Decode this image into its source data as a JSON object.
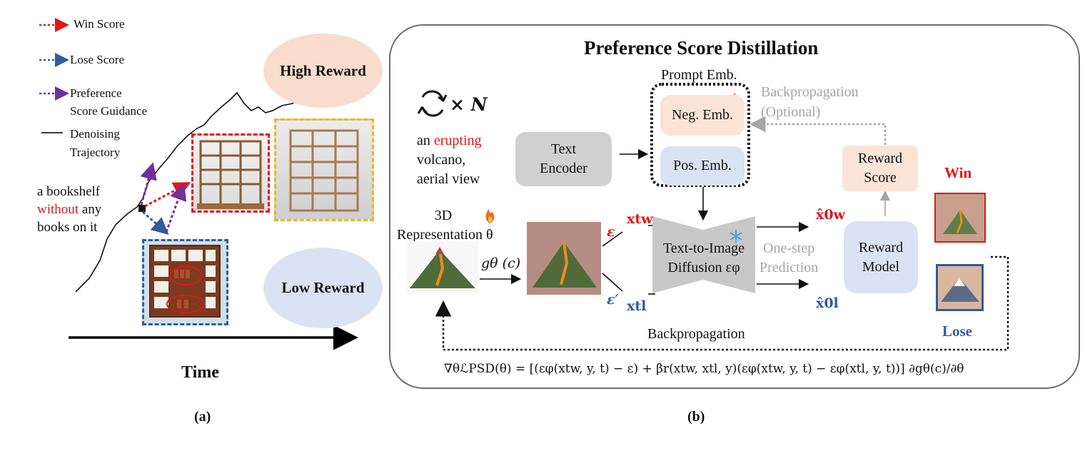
{
  "legend": {
    "win": "Win Score",
    "lose": "Lose Score",
    "pref_line1": "Preference",
    "pref_line2": "Score Guidance",
    "denoise_line1": "Denoising",
    "denoise_line2": "Trajectory"
  },
  "left": {
    "high_reward": "High Reward",
    "low_reward": "Low Reward",
    "prompt_line1": "a bookshelf",
    "prompt_word_red": "without",
    "prompt_after_red": " any",
    "prompt_line3": "books on it",
    "time": "Time",
    "panel_label": "(a)"
  },
  "right": {
    "title": "Preference Score Distillation",
    "loop_times": "× N",
    "prompt_line1_pre": "an ",
    "prompt_red": "erupting",
    "prompt_line2": "volcano,",
    "prompt_line3": "aerial view",
    "text_encoder_1": "Text",
    "text_encoder_2": "Encoder",
    "prompt_emb": "Prompt Emb.",
    "neg_emb": "Neg. Emb.",
    "pos_emb": "Pos. Emb.",
    "backprop_opt_1": "Backpropagation",
    "backprop_opt_2": "(Optional)",
    "reward_score_1": "Reward",
    "reward_score_2": "Score",
    "win": "Win",
    "lose": "Lose",
    "rep_1": "3D",
    "rep_2": "Representation θ",
    "g_theta": "gθ (c)",
    "eps": "ε",
    "eps_prime": "ε′",
    "xtw": "xtw",
    "xtl": "xtl",
    "diff_1": "Text-to-Image",
    "diff_2": "Diffusion εφ",
    "one_step_1": "One-step",
    "one_step_2": "Prediction",
    "x0w": "x̂0w",
    "x0l": "x̂0l",
    "reward_model_1": "Reward",
    "reward_model_2": "Model",
    "backprop": "Backpropagation",
    "formula": "∇θℒPSD(θ) = [(εφ(xtw, y, t) − ε) + βr(xtw, xtl, y)(εφ(xtw, y, t) − εφ(xtl, y, t))] ∂gθ(c)/∂θ",
    "panel_label": "(b)"
  },
  "colors": {
    "win": "#e0161a",
    "lose": "#2f5c9c",
    "preference": "#7030a0",
    "high_reward_bg": "#f9dccb",
    "low_reward_bg": "#dae3f3",
    "neg_emb_bg": "#fbe4d5",
    "pos_emb_bg": "#dae3f3",
    "encoder_bg": "#d0d0d0",
    "reward_score_bg": "#fbe4d5",
    "reward_model_bg": "#dae3f3",
    "diffusion_bg": "#c8c8c8"
  },
  "icons": [
    "fire-icon",
    "snowflake-icon",
    "loop-icon"
  ]
}
